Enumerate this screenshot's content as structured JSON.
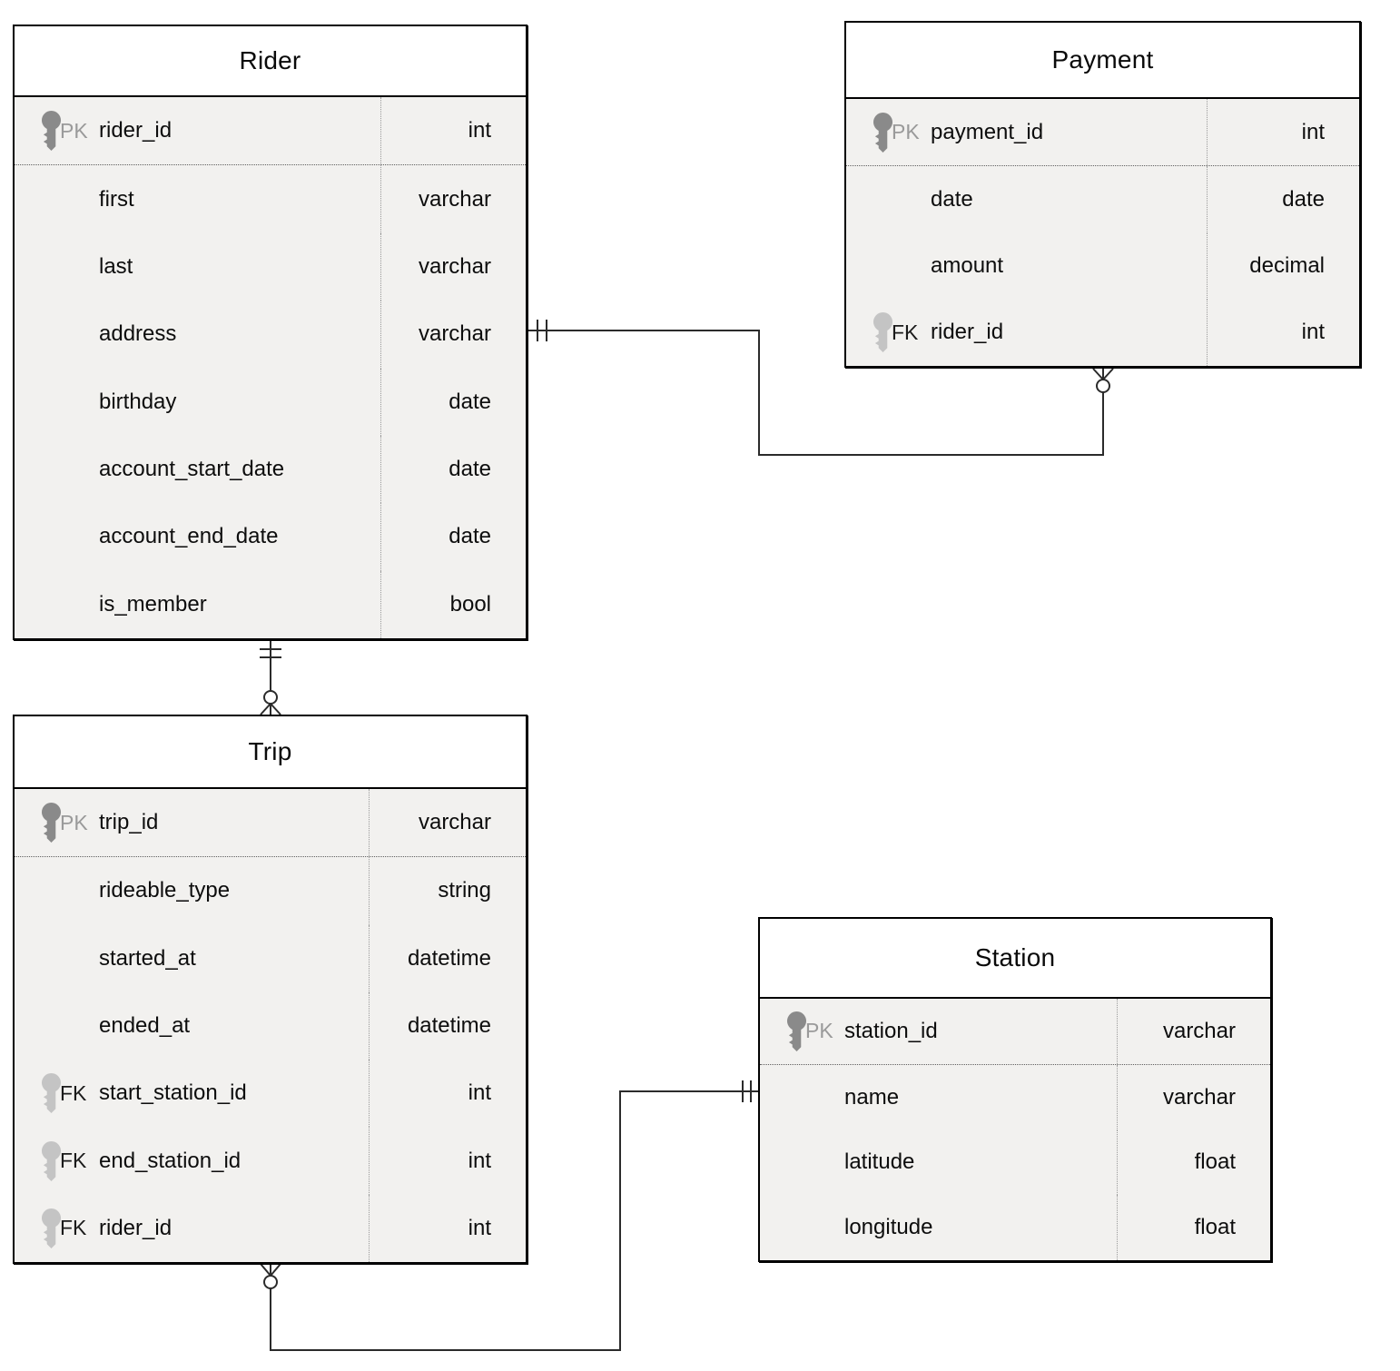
{
  "diagram": {
    "type": "entity-relationship",
    "tables": {
      "rider": {
        "title": "Rider",
        "rows": [
          {
            "key": "PK",
            "name": "rider_id",
            "type": "int"
          },
          {
            "key": "",
            "name": "first",
            "type": "varchar"
          },
          {
            "key": "",
            "name": "last",
            "type": "varchar"
          },
          {
            "key": "",
            "name": "address",
            "type": "varchar"
          },
          {
            "key": "",
            "name": "birthday",
            "type": "date"
          },
          {
            "key": "",
            "name": "account_start_date",
            "type": "date"
          },
          {
            "key": "",
            "name": "account_end_date",
            "type": "date"
          },
          {
            "key": "",
            "name": "is_member",
            "type": "bool"
          }
        ]
      },
      "payment": {
        "title": "Payment",
        "rows": [
          {
            "key": "PK",
            "name": "payment_id",
            "type": "int"
          },
          {
            "key": "",
            "name": "date",
            "type": "date"
          },
          {
            "key": "",
            "name": "amount",
            "type": "decimal"
          },
          {
            "key": "FK",
            "name": "rider_id",
            "type": "int"
          }
        ]
      },
      "trip": {
        "title": "Trip",
        "rows": [
          {
            "key": "PK",
            "name": "trip_id",
            "type": "varchar"
          },
          {
            "key": "",
            "name": "rideable_type",
            "type": "string"
          },
          {
            "key": "",
            "name": "started_at",
            "type": "datetime"
          },
          {
            "key": "",
            "name": "ended_at",
            "type": "datetime"
          },
          {
            "key": "FK",
            "name": "start_station_id",
            "type": "int"
          },
          {
            "key": "FK",
            "name": "end_station_id",
            "type": "int"
          },
          {
            "key": "FK",
            "name": "rider_id",
            "type": "int"
          }
        ]
      },
      "station": {
        "title": "Station",
        "rows": [
          {
            "key": "PK",
            "name": "station_id",
            "type": "varchar"
          },
          {
            "key": "",
            "name": "name",
            "type": "varchar"
          },
          {
            "key": "",
            "name": "latitude",
            "type": "float"
          },
          {
            "key": "",
            "name": "longitude",
            "type": "float"
          }
        ]
      }
    },
    "relationships": [
      {
        "from": "Rider",
        "to": "Payment",
        "from_cardinality": "one-and-only-one",
        "to_cardinality": "zero-or-many"
      },
      {
        "from": "Rider",
        "to": "Trip",
        "from_cardinality": "one-and-only-one",
        "to_cardinality": "zero-or-many"
      },
      {
        "from": "Station",
        "to": "Trip",
        "from_cardinality": "one-and-only-one",
        "to_cardinality": "zero-or-many"
      }
    ],
    "icons": {
      "primary_key": "key-icon",
      "foreign_key": "key-icon"
    },
    "colors": {
      "header_fill": "#ffffff",
      "row_fill": "#f2f1ef",
      "border": "#000000",
      "connector_line": "#2b2b2b",
      "pk_icon": "#8a8a8a",
      "pk_label": "#9a9a9a",
      "fk_icon": "#c4c4c4",
      "fk_label": "#1a1a1a"
    }
  }
}
